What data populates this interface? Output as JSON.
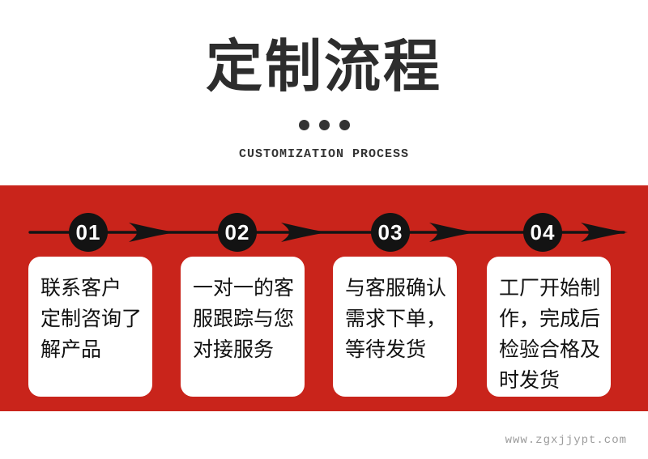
{
  "header": {
    "title": "定制流程",
    "subtitle": "CUSTOMIZATION PROCESS"
  },
  "steps": [
    {
      "number": "01",
      "text": "联系客户\n定制咨询了\n解产品"
    },
    {
      "number": "02",
      "text": "一对一的客\n服跟踪与您\n对接服务"
    },
    {
      "number": "03",
      "text": "与客服确认\n需求下单，\n等待发货"
    },
    {
      "number": "04",
      "text": "工厂开始制\n作，完成后\n检验合格及\n时发货"
    }
  ],
  "footer": {
    "website": "www.zgxjjypt.com"
  },
  "colors": {
    "band_red": "#c9241b",
    "circle_black": "#131313",
    "title_dark": "#2d2d2d",
    "footer_gray": "#9b9b9b",
    "card_white": "#ffffff"
  }
}
